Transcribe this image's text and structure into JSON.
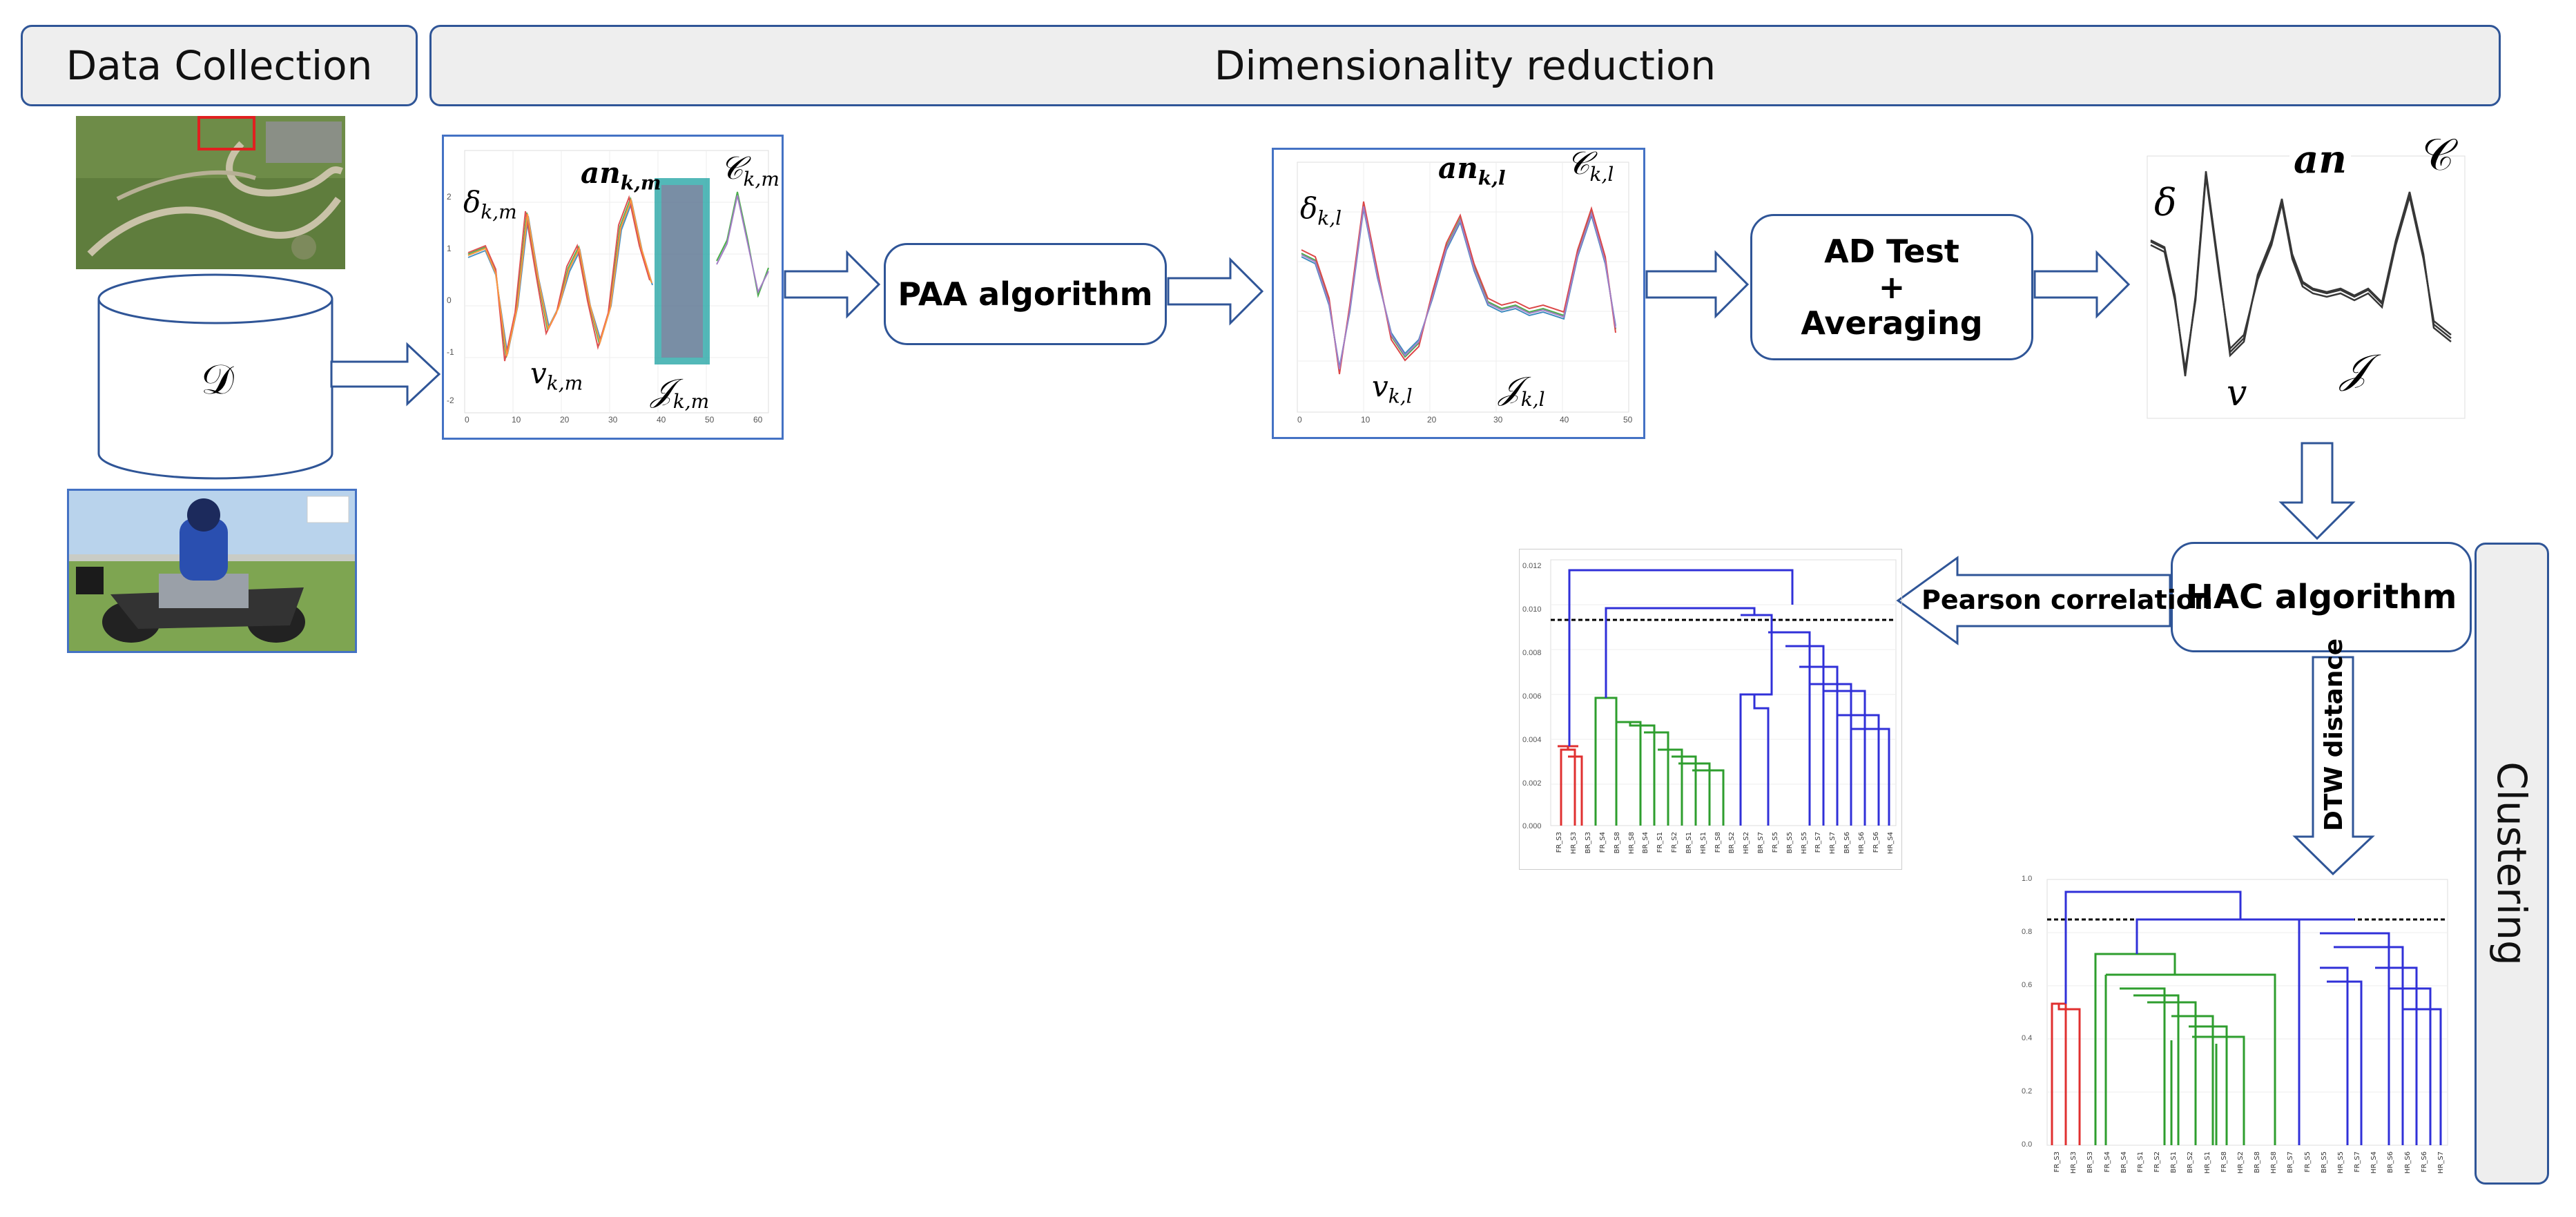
{
  "headers": {
    "data_collection": "Data Collection",
    "dimensionality_reduction": "Dimensionality reduction",
    "clustering": "Clustering"
  },
  "steps": {
    "paa": "PAA algorithm",
    "ad_test_line1": "AD Test",
    "ad_test_line2": "+",
    "ad_test_line3": "Averaging",
    "hac": "HAC algorithm"
  },
  "edges": {
    "pearson": "Pearson correlation",
    "dtw": "DTW distance"
  },
  "dataset_symbol": "𝒟",
  "raw_signals": {
    "delta": "δ",
    "delta_sub": "k,m",
    "an": "an",
    "an_sub": "k,m",
    "c": "𝒞",
    "c_sub": "k,m",
    "v": "v",
    "v_sub": "k,m",
    "j": "𝒥",
    "j_sub": "k,m"
  },
  "paa_signals": {
    "delta": "δ",
    "delta_sub": "k,l",
    "an": "an",
    "an_sub": "k,l",
    "c": "𝒞",
    "c_sub": "k,l",
    "v": "v",
    "v_sub": "k,l",
    "j": "𝒥",
    "j_sub": "k,l"
  },
  "avg_signals": {
    "delta": "δ",
    "an": "an",
    "c": "𝒞",
    "v": "v",
    "j": "𝒥"
  },
  "colors": {
    "border": "#2f5597",
    "header_fill": "#eeeeee",
    "cluster_red": "#e03030",
    "cluster_green": "#2e9e2e",
    "cluster_blue": "#3030d8"
  },
  "dendrogram_pearson_leaves": [
    "FR_S3",
    "HR_S3",
    "BR_S3",
    "FR_S4",
    "BR_S8",
    "HR_S8",
    "BR_S4",
    "FR_S1",
    "FR_S2",
    "BR_S1",
    "HR_S1",
    "FR_S8",
    "BR_S2",
    "HR_S2",
    "BR_S7",
    "FR_S5",
    "BR_S5",
    "HR_S5",
    "FR_S7",
    "HR_S7",
    "BR_S6",
    "HR_S6",
    "FR_S6",
    "HR_S4"
  ],
  "dendrogram_dtw_leaves": [
    "FR_S3",
    "HR_S3",
    "BR_S3",
    "FR_S4",
    "BR_S4",
    "FR_S1",
    "FR_S2",
    "BR_S1",
    "BR_S2",
    "HR_S1",
    "FR_S8",
    "HR_S2",
    "BR_S8",
    "HR_S8",
    "BR_S7",
    "FR_S5",
    "BR_S5",
    "HR_S5",
    "FR_S7",
    "HR_S4",
    "BR_S6",
    "HR_S6",
    "FR_S6",
    "HR_S7"
  ],
  "pearson_y_ticks": [
    "0.000",
    "0.002",
    "0.004",
    "0.006",
    "0.008",
    "0.010",
    "0.012"
  ],
  "dtw_y_ticks": [
    "0.0",
    "0.2",
    "0.4",
    "0.6",
    "0.8",
    "1.0"
  ],
  "raw_x_ticks": [
    "0",
    "10",
    "20",
    "30",
    "40",
    "50",
    "60"
  ],
  "paa_x_ticks": [
    "0",
    "10",
    "20",
    "30",
    "40",
    "50"
  ],
  "y_ticks_signal": [
    "2",
    "1",
    "0",
    "-1",
    "-2"
  ]
}
